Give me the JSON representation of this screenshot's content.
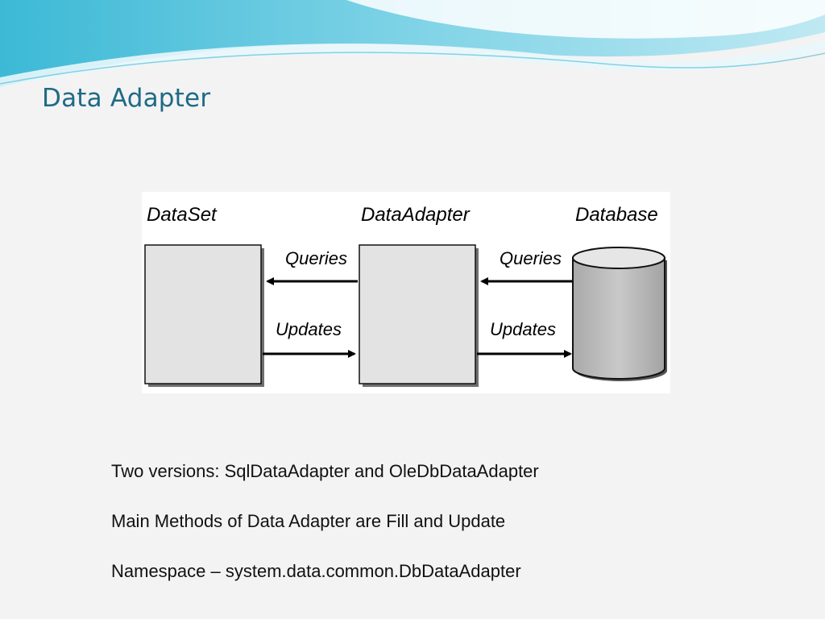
{
  "slide": {
    "title": "Data Adapter",
    "accent_color": "#1e6a86"
  },
  "diagram": {
    "nodes": {
      "dataset": "DataSet",
      "adapter": "DataAdapter",
      "database": "Database"
    },
    "edges": {
      "left_queries": "Queries",
      "left_updates": "Updates",
      "right_queries": "Queries",
      "right_updates": "Updates"
    }
  },
  "notes": [
    "Two versions: SqlDataAdapter and OleDbDataAdapter",
    "Main Methods of Data Adapter are Fill and Update",
    "Namespace – system.data.common.DbDataAdapter"
  ]
}
